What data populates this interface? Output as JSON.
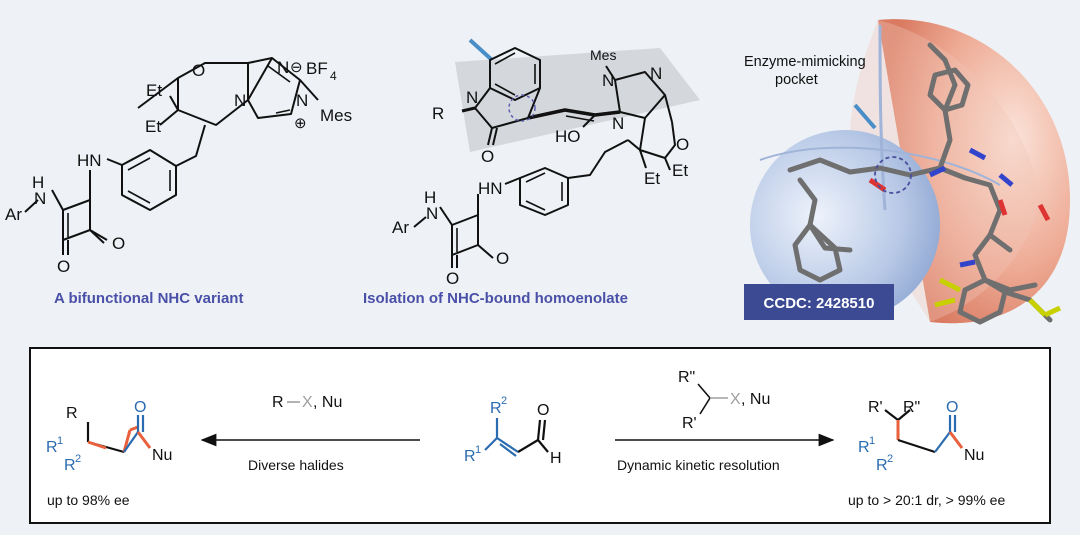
{
  "panels": {
    "nhc": {
      "caption": "A bifunctional NHC variant",
      "atoms": {
        "o": "O",
        "n1": "N",
        "n2": "N",
        "n3": "N",
        "et1": "Et",
        "et2": "Et",
        "bf4": "BF",
        "bf4sub": "4",
        "minus": "⊖",
        "plus": "⊕",
        "mes": "Mes",
        "hn": "HN",
        "h": "H",
        "n": "N",
        "ar": "Ar",
        "o1": "O",
        "o2": "O"
      }
    },
    "homoenolate": {
      "caption": "Isolation of NHC-bound homoenolate",
      "atoms": {
        "r": "R",
        "n": "N",
        "o": "O",
        "ho": "HO",
        "mes": "Mes",
        "n1": "N",
        "n2": "N",
        "n3": "N",
        "o2": "O",
        "et1": "Et",
        "et2": "Et",
        "hn": "HN",
        "h": "H",
        "n4": "N",
        "ar": "Ar",
        "o3": "O",
        "o4": "O"
      }
    },
    "crystal": {
      "pocket_label_line1": "Enzyme-mimicking",
      "pocket_label_line2": "pocket",
      "ccdc": "CCDC: 2428510"
    }
  },
  "scheme": {
    "left_reagents": {
      "r": "R",
      "x": "X",
      "nu": ", Nu"
    },
    "left_condition": "Diverse halides",
    "left_product": {
      "r": "R",
      "r1": "R",
      "r1sup": "1",
      "r2": "R",
      "r2sup": "2",
      "o": "O",
      "nu": "Nu"
    },
    "left_ee": "up to 98% ee",
    "substrate": {
      "r2": "R",
      "r2sup": "2",
      "r1": "R",
      "r1sup": "1",
      "o": "O",
      "h": "H"
    },
    "right_reagents": {
      "r2": "R\"",
      "r1": "R'",
      "x": "X",
      "nu": ", Nu"
    },
    "right_condition": "Dynamic kinetic resolution",
    "right_product": {
      "r1": "R'",
      "r2": "R\"",
      "ra": "R",
      "rasup": "1",
      "rb": "R",
      "rbsup": "2",
      "o": "O",
      "nu": "Nu"
    },
    "right_ee": "up to > 20:1 dr, > 99% ee"
  },
  "colors": {
    "blue": "#2b6cb0",
    "orange": "#e8603c",
    "caption": "#4a50a8",
    "badge": "#3c4a93",
    "bond": "#111111",
    "gray": "#a0a0a0"
  }
}
